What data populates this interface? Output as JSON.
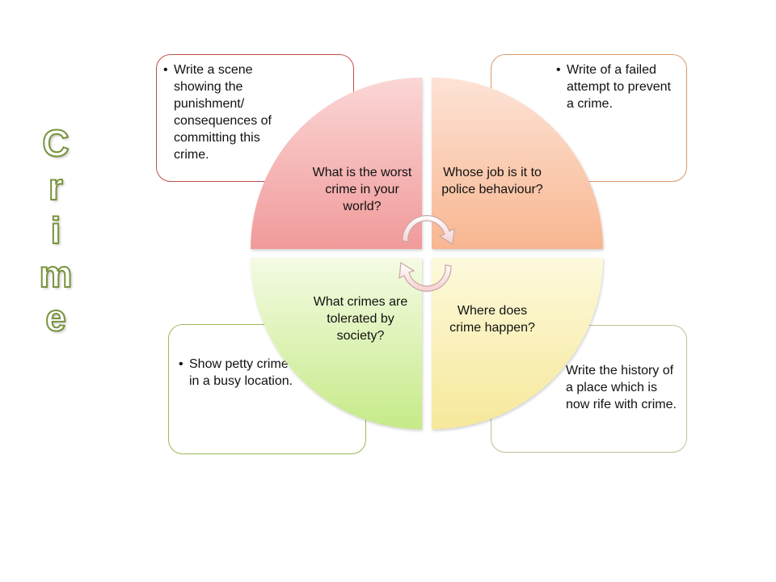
{
  "title_letters": [
    "C",
    "r",
    "i",
    "m",
    "e"
  ],
  "quadrants": {
    "top_left": "What is the worst crime in your world?",
    "top_right": "Whose job is it to police behaviour?",
    "bottom_left": "What crimes are tolerated by society?",
    "bottom_right": "Where does crime happen?"
  },
  "boxes": {
    "top_left": "Write a scene showing the punishment/ consequences of committing this crime.",
    "top_right": "Write of a failed attempt to prevent a crime.",
    "bottom_left": "Show petty crime occurring in a busy location.",
    "bottom_right": "Write the history of a place which is now rife with crime."
  },
  "colors": {
    "title_outline": "#77933c",
    "top_left": "#f4a6a6",
    "top_right": "#fbc8a8",
    "bottom_left": "#d8f0a8",
    "bottom_right": "#fbf3b8"
  }
}
